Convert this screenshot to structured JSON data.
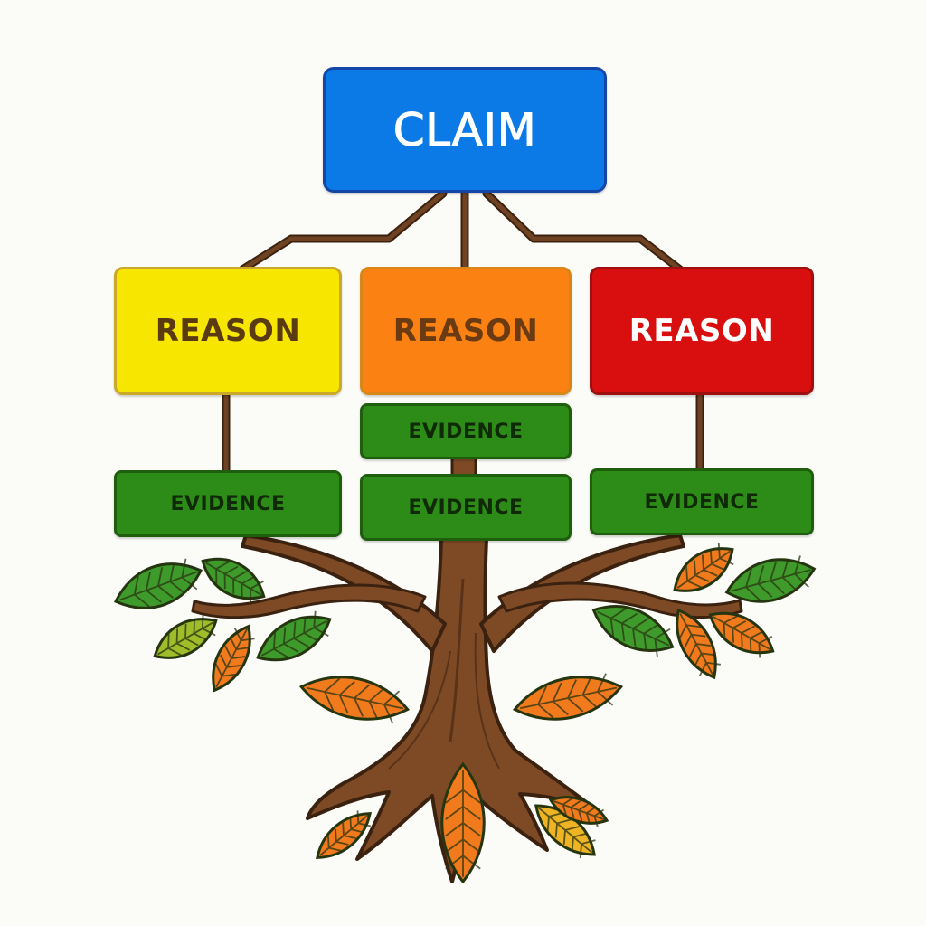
{
  "diagram": {
    "claim": {
      "label": "CLAIM",
      "fill": "#0c7ae6",
      "text_color": "#ffffff"
    },
    "reasons": [
      {
        "label": "REASON",
        "fill": "#f7e600",
        "border": "#c9a82a",
        "text_color": "#5a3a10"
      },
      {
        "label": "REASON",
        "fill": "#fb8212",
        "border": "#d8861a",
        "text_color": "#6a3a12"
      },
      {
        "label": "REASON",
        "fill": "#d90e0e",
        "border": "#9e1010",
        "text_color": "#ffffff"
      }
    ],
    "evidence": [
      {
        "label": "EVIDENCE",
        "fill": "#2d8c17"
      },
      {
        "label": "EVIDENCE",
        "fill": "#2d8c17"
      },
      {
        "label": "EVIDENCE",
        "fill": "#2d8c17"
      },
      {
        "label": "EVIDENCE",
        "fill": "#2d8c17"
      }
    ],
    "colors": {
      "trunk": "#7e4a26",
      "trunk_outline": "#3b210f",
      "connector": "#6e4222",
      "leaf_green": "#3e9a2a",
      "leaf_orange": "#f07a1c",
      "leaf_yellow": "#eeb424",
      "leaf_lime": "#9fbd2a"
    }
  }
}
